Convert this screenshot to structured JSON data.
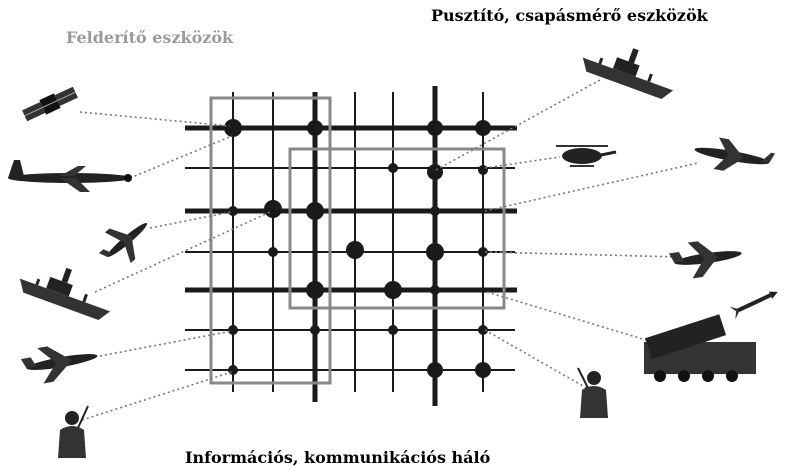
{
  "labels": {
    "recon": "Felderítő eszközök",
    "strike": "Pusztító, csapásmérő eszközök",
    "network": "Információs, kommunikációs háló"
  },
  "recon_assets": [
    {
      "id": "satellite",
      "icon": "satellite-icon"
    },
    {
      "id": "awacs-plane",
      "icon": "airplane-icon"
    },
    {
      "id": "recon-aircraft",
      "icon": "small-aircraft-icon"
    },
    {
      "id": "warship",
      "icon": "warship-icon"
    },
    {
      "id": "fighter-jet",
      "icon": "fighter-jet-icon"
    },
    {
      "id": "soldier",
      "icon": "soldier-icon"
    }
  ],
  "strike_assets": [
    {
      "id": "warship",
      "icon": "warship-icon"
    },
    {
      "id": "helicopter",
      "icon": "helicopter-icon"
    },
    {
      "id": "attack-aircraft",
      "icon": "attack-aircraft-icon"
    },
    {
      "id": "fighter-jet",
      "icon": "fighter-jet-icon"
    },
    {
      "id": "missile-launcher",
      "icon": "missile-launcher-icon"
    },
    {
      "id": "soldier",
      "icon": "soldier-icon"
    }
  ],
  "colors": {
    "grid_dark": "#1a1a1a",
    "grid_light": "#888888",
    "recon_label": "#9a9a9a",
    "strike_label": "#000000",
    "dotted_link": "#777777"
  }
}
